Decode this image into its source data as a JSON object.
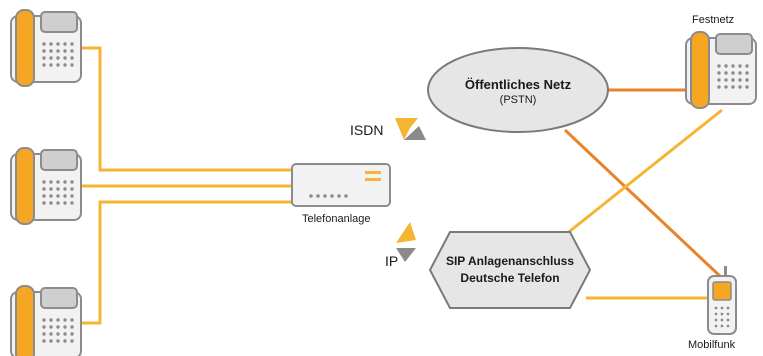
{
  "nodes": {
    "festnetz": "Festnetz",
    "mobilfunk": "Mobilfunk",
    "telefonanlage": "Telefonanlage",
    "pstn_title": "Öffentliches Netz",
    "pstn_sub": "(PSTN)",
    "sip_line1": "SIP Anlagenanschluss",
    "sip_line2": "Deutsche Telefon"
  },
  "connections": {
    "isdn": "ISDN",
    "ip": "IP"
  },
  "colors": {
    "line_yellow": "#f5b533",
    "line_orange": "#e8832a",
    "phone_body": "#f2f2f2",
    "phone_outline": "#8c8c8c",
    "handset": "#f5a623",
    "network_fill": "#e6e6e6",
    "network_outline": "#7a7a7a",
    "arrow_grey": "#8a8a8a"
  }
}
